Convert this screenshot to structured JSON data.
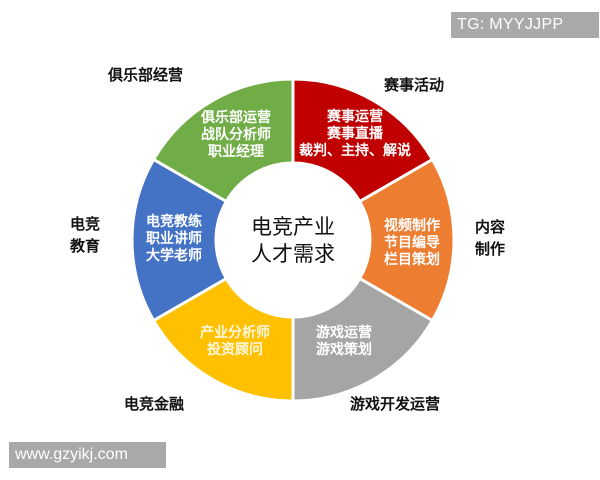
{
  "watermarks": {
    "top_right": "TG: MYYJJPP",
    "bottom_left": "www.gzyikj.com"
  },
  "center": {
    "line1": "电竞产业",
    "line2": "人才需求"
  },
  "segments": [
    {
      "category": "俱乐部经营",
      "color": "#70AD47",
      "roles": [
        "俱乐部运营",
        "战队分析师",
        "职业经理"
      ]
    },
    {
      "category": "赛事活动",
      "color": "#C00000",
      "roles": [
        "赛事运营",
        "赛事直播",
        "裁判、主持、解说"
      ]
    },
    {
      "category_lines": [
        "内容",
        "制作"
      ],
      "category": "内容制作",
      "color": "#ED7D31",
      "roles": [
        "视频制作",
        "节目编导",
        "栏目策划"
      ]
    },
    {
      "category": "游戏开发运营",
      "color": "#A5A5A5",
      "roles": [
        "游戏运营",
        "游戏策划"
      ]
    },
    {
      "category": "电竞金融",
      "color": "#FFC000",
      "roles": [
        "产业分析师",
        "投资顾问"
      ]
    },
    {
      "category_lines": [
        "电竞",
        "教育"
      ],
      "category": "电竞教育",
      "color": "#4472C4",
      "roles": [
        "电竞教练",
        "职业讲师",
        "大学老师"
      ]
    }
  ]
}
